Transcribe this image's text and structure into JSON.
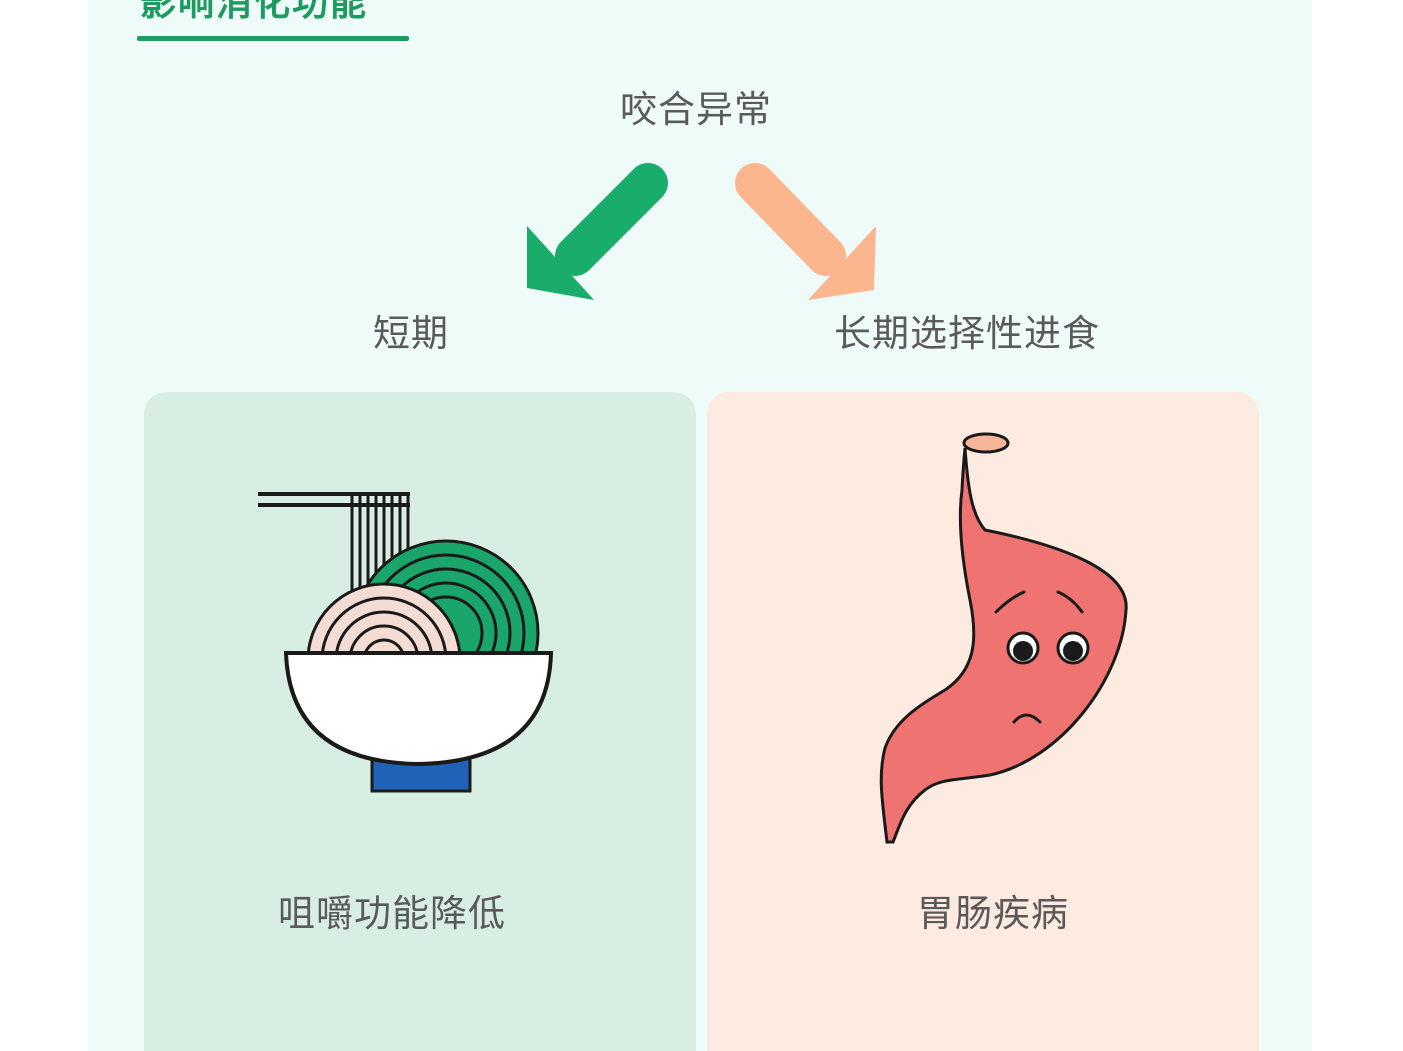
{
  "section_title": "影响消化功能",
  "root": "咬合异常",
  "branches": {
    "left": {
      "label": "短期",
      "caption": "咀嚼功能降低",
      "arrow_color": "#1aac6b",
      "card_color": "#d9eee3",
      "icon": "noodle-bowl-icon"
    },
    "right": {
      "label": "长期选择性进食",
      "caption": "胃肠疾病",
      "arrow_color": "#fbb68e",
      "card_color": "#fdeae0",
      "icon": "sad-stomach-icon"
    }
  },
  "colors": {
    "accent": "#1e9b61",
    "panel_bg": "#effbf8",
    "text": "#5a5a5a"
  }
}
